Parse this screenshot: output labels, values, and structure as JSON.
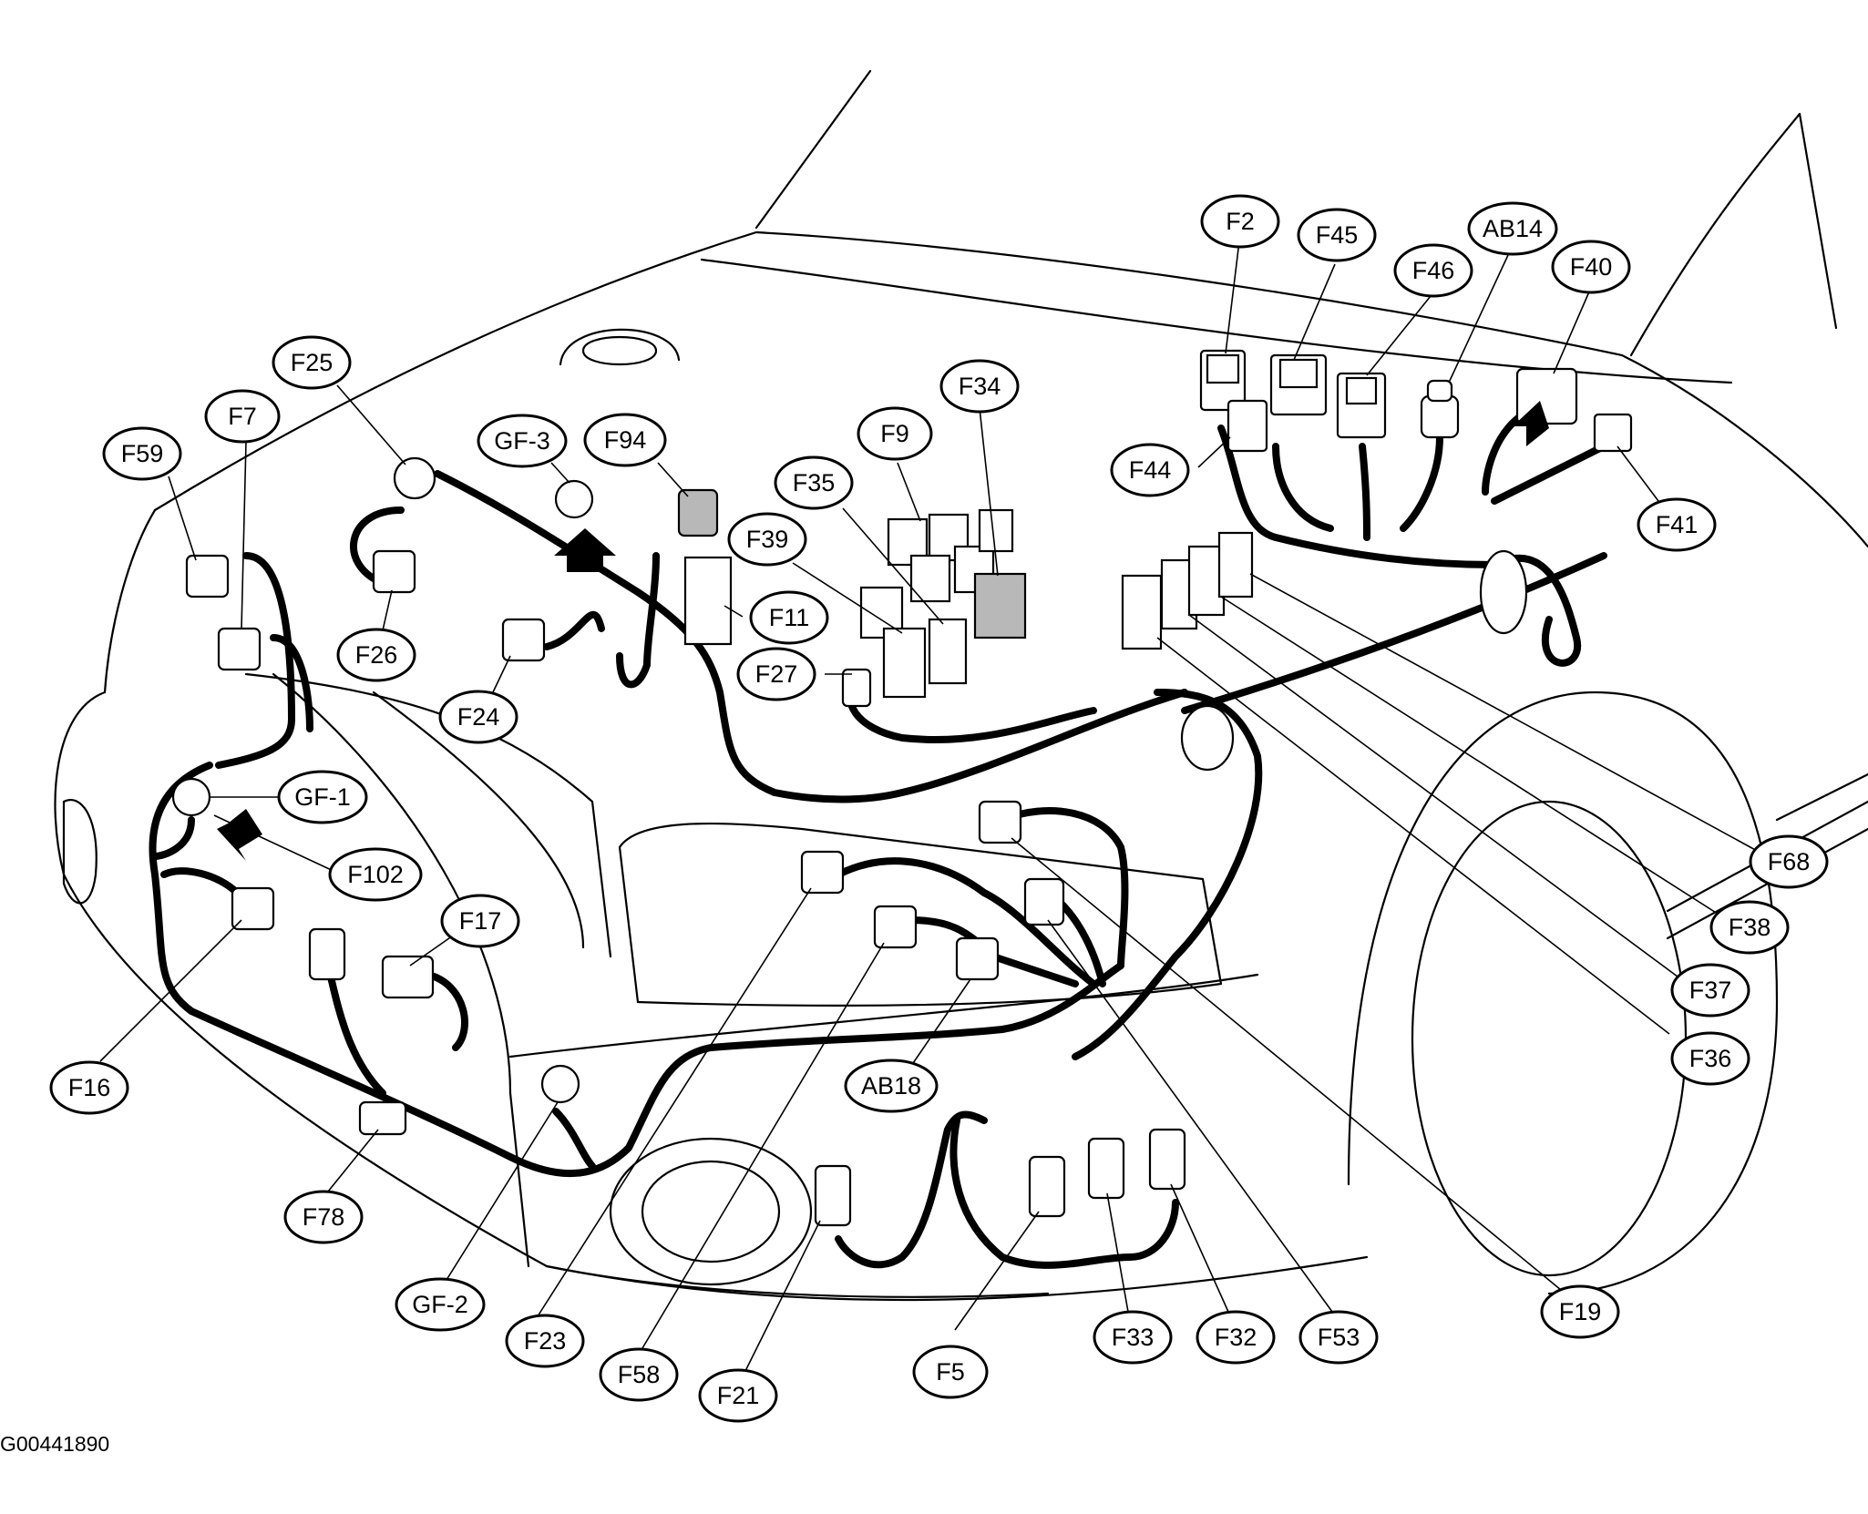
{
  "figure_id": "G00441890",
  "callouts": [
    {
      "label": "F2"
    },
    {
      "label": "F45"
    },
    {
      "label": "F46"
    },
    {
      "label": "AB14"
    },
    {
      "label": "F40"
    },
    {
      "label": "F34"
    },
    {
      "label": "F9"
    },
    {
      "label": "F35"
    },
    {
      "label": "F39"
    },
    {
      "label": "F11"
    },
    {
      "label": "F27"
    },
    {
      "label": "F94"
    },
    {
      "label": "GF-3"
    },
    {
      "label": "F25"
    },
    {
      "label": "F7"
    },
    {
      "label": "F59"
    },
    {
      "label": "F26"
    },
    {
      "label": "F24"
    },
    {
      "label": "F44"
    },
    {
      "label": "F41"
    },
    {
      "label": "GF-1"
    },
    {
      "label": "F102"
    },
    {
      "label": "F17"
    },
    {
      "label": "F16"
    },
    {
      "label": "F78"
    },
    {
      "label": "GF-2"
    },
    {
      "label": "F23"
    },
    {
      "label": "F58"
    },
    {
      "label": "F21"
    },
    {
      "label": "F5"
    },
    {
      "label": "F33"
    },
    {
      "label": "F32"
    },
    {
      "label": "F53"
    },
    {
      "label": "F19"
    },
    {
      "label": "AB18"
    },
    {
      "label": "F68"
    },
    {
      "label": "F38"
    },
    {
      "label": "F37"
    },
    {
      "label": "F36"
    }
  ]
}
